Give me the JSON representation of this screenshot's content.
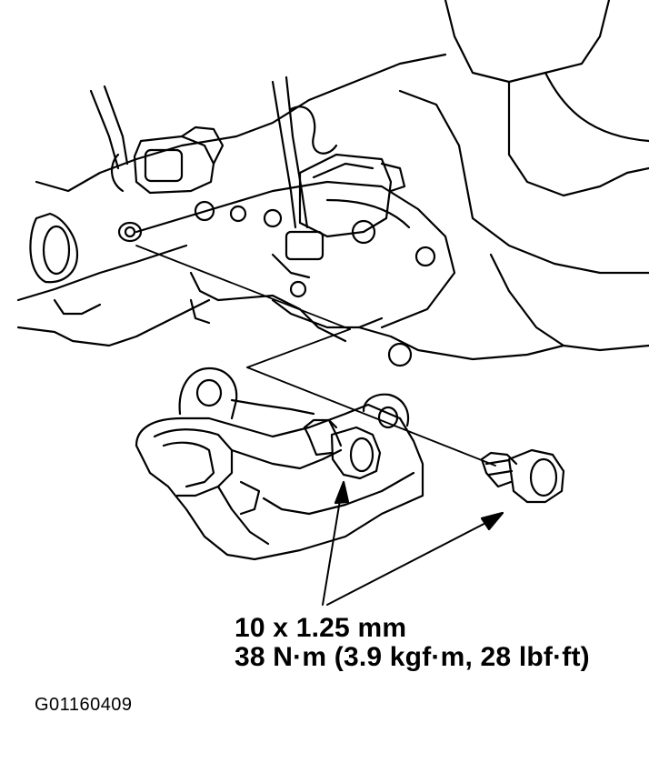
{
  "callout": {
    "size": "10 x 1.25 mm",
    "torque": "38 N·m (3.9 kgf·m, 28 lbf·ft)"
  },
  "figure_id": "G01160409",
  "colors": {
    "ink": "#000000",
    "paper": "#ffffff"
  }
}
